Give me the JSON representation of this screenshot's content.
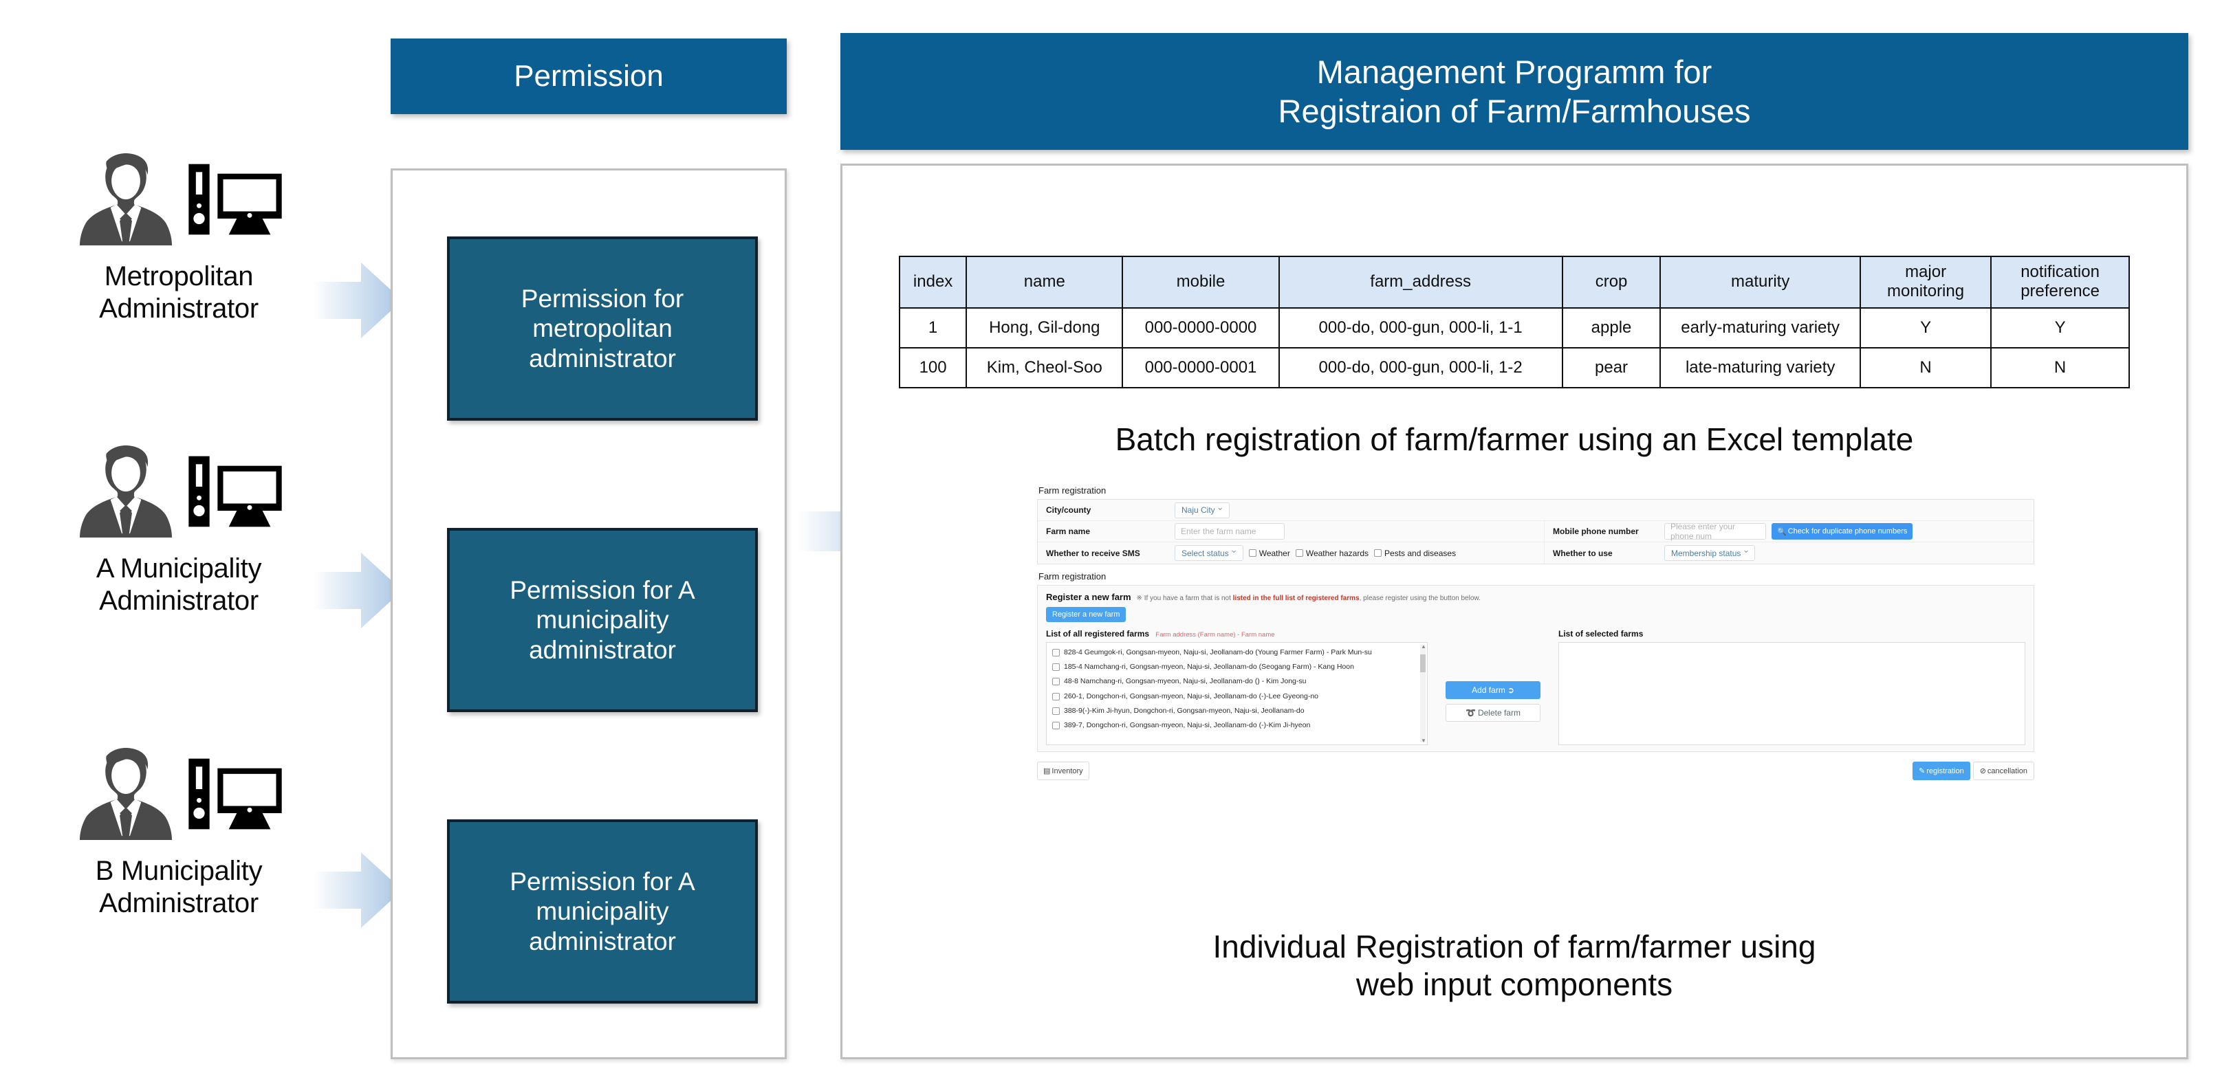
{
  "actors": [
    {
      "label": "Metropolitan\nAdministrator",
      "icon": "administrator-person-icon",
      "device_icon": "desktop-computer-icon"
    },
    {
      "label": "A Municipality\nAdministrator",
      "icon": "administrator-person-icon",
      "device_icon": "desktop-computer-icon"
    },
    {
      "label": "B Municipality\nAdministrator",
      "icon": "administrator-person-icon",
      "device_icon": "desktop-computer-icon"
    }
  ],
  "permission_panel": {
    "header": "Permission",
    "boxes": [
      "Permission for metropolitan administrator",
      "Permission for A municipality administrator",
      "Permission for A municipality administrator"
    ]
  },
  "program_panel": {
    "header_line1": "Management Programm for",
    "header_line2": "Registraion of Farm/Farmhouses",
    "caption_batch": "Batch registration of farm/farmer using an Excel template",
    "caption_individual_line1": "Individual Registration of farm/farmer using",
    "caption_individual_line2": "web input components"
  },
  "excel_table": {
    "columns": [
      "index",
      "name",
      "mobile",
      "farm_address",
      "crop",
      "maturity",
      "major\nmonitoring",
      "notification\npreference"
    ],
    "rows": [
      [
        "1",
        "Hong, Gil-dong",
        "000-0000-0000",
        "000-do, 000-gun, 000-li, 1-1",
        "apple",
        "early-maturing variety",
        "Y",
        "Y"
      ],
      [
        "100",
        "Kim, Cheol-Soo",
        "000-0000-0001",
        "000-do, 000-gun, 000-li, 1-2",
        "pear",
        "late-maturing variety",
        "N",
        "N"
      ]
    ]
  },
  "webapp": {
    "section1_title": "Farm registration",
    "city_label": "City/county",
    "city_value": "Naju City",
    "farmname_label": "Farm name",
    "farmname_placeholder": "Enter the farm name",
    "mobile_label": "Mobile phone number",
    "mobile_placeholder": "Please enter your phone num",
    "dupcheck_button": "Check for duplicate phone numbers",
    "sms_label": "Whether to receive SMS",
    "sms_select": "Select status",
    "sms_options": [
      "Weather",
      "Weather hazards",
      "Pests and diseases"
    ],
    "use_label": "Whether to use",
    "use_select": "Membership status",
    "section2_title": "Farm registration",
    "register_strong": "Register a new farm",
    "register_note_pre": "※ If you have a farm that is not ",
    "register_note_bold": "listed in the full list of registered farms",
    "register_note_post": ", please register using the button below.",
    "register_button": "Register a new farm",
    "all_farms_title": "List of all registered farms",
    "all_farms_sub": "Farm address (Farm name) - Farm name",
    "farm_items": [
      "828-4 Geumgok-ri, Gongsan-myeon, Naju-si, Jeollanam-do (Young Farmer Farm) - Park Mun-su",
      "185-4 Namchang-ri, Gongsan-myeon, Naju-si, Jeollanam-do (Seogang Farm) - Kang Hoon",
      "48-8 Namchang-ri, Gongsan-myeon, Naju-si, Jeollanam-do () - Kim Jong-su",
      "260-1, Dongchon-ri, Gongsan-myeon, Naju-si, Jeollanam-do (-)-Lee Gyeong-no",
      "388-9(-)-Kim Ji-hyun, Dongchon-ri, Gongsan-myeon, Naju-si, Jeollanam-do",
      "389-7, Dongchon-ri, Gongsan-myeon, Naju-si, Jeollanam-do (-)-Kim Ji-hyeon"
    ],
    "add_farm_button": "Add farm",
    "delete_farm_button": "Delete farm",
    "selected_farms_title": "List of selected farms",
    "inventory_button": "Inventory",
    "registration_button": "registration",
    "cancellation_button": "cancellation"
  },
  "colors": {
    "header_blue": "#0b5e92",
    "permission_box_blue": "#1b5f7e",
    "table_header_blue": "#d9e6f5",
    "accent_blue": "#4aa3f0"
  }
}
